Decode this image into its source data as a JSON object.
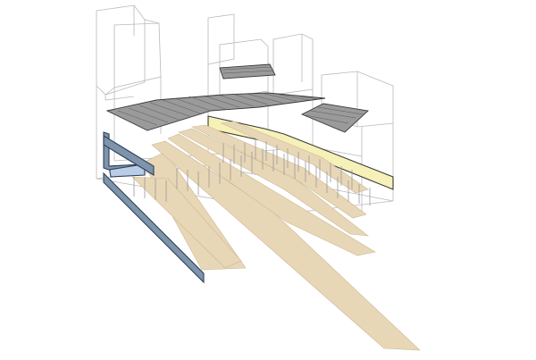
{
  "diagram": {
    "style": "exploded-axonometric",
    "colors": {
      "background": "#ffffff",
      "outline": "#b9b9b9",
      "hatched_deck": "#9a9a9a",
      "platforms": "#e8d7b6",
      "yellow_wall": "#f6f1b8",
      "blue_wall": "#b9cde6",
      "blue_wall_dark": "#7e94ad"
    },
    "parts": [
      "building-outlines",
      "hatched-deck",
      "platform-strips",
      "support-posts",
      "yellow-wall",
      "blue-wall"
    ]
  }
}
